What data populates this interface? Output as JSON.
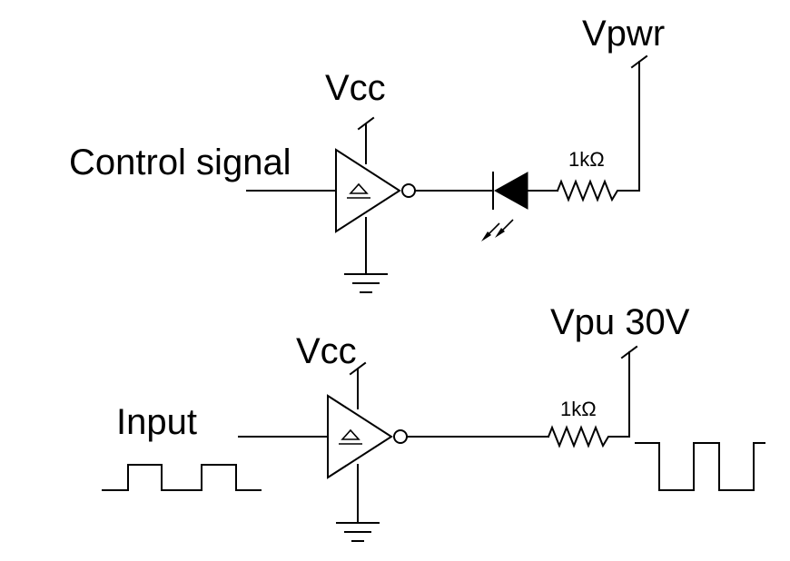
{
  "labels": {
    "vpwr": "Vpwr",
    "vcc_top": "Vcc",
    "control_signal": "Control signal",
    "r_top": "1kΩ",
    "vpu": "Vpu 30V",
    "vcc_bottom": "Vcc",
    "input": "Input",
    "r_bottom": "1kΩ"
  },
  "colors": {
    "stroke": "#000000",
    "background": "#ffffff"
  }
}
